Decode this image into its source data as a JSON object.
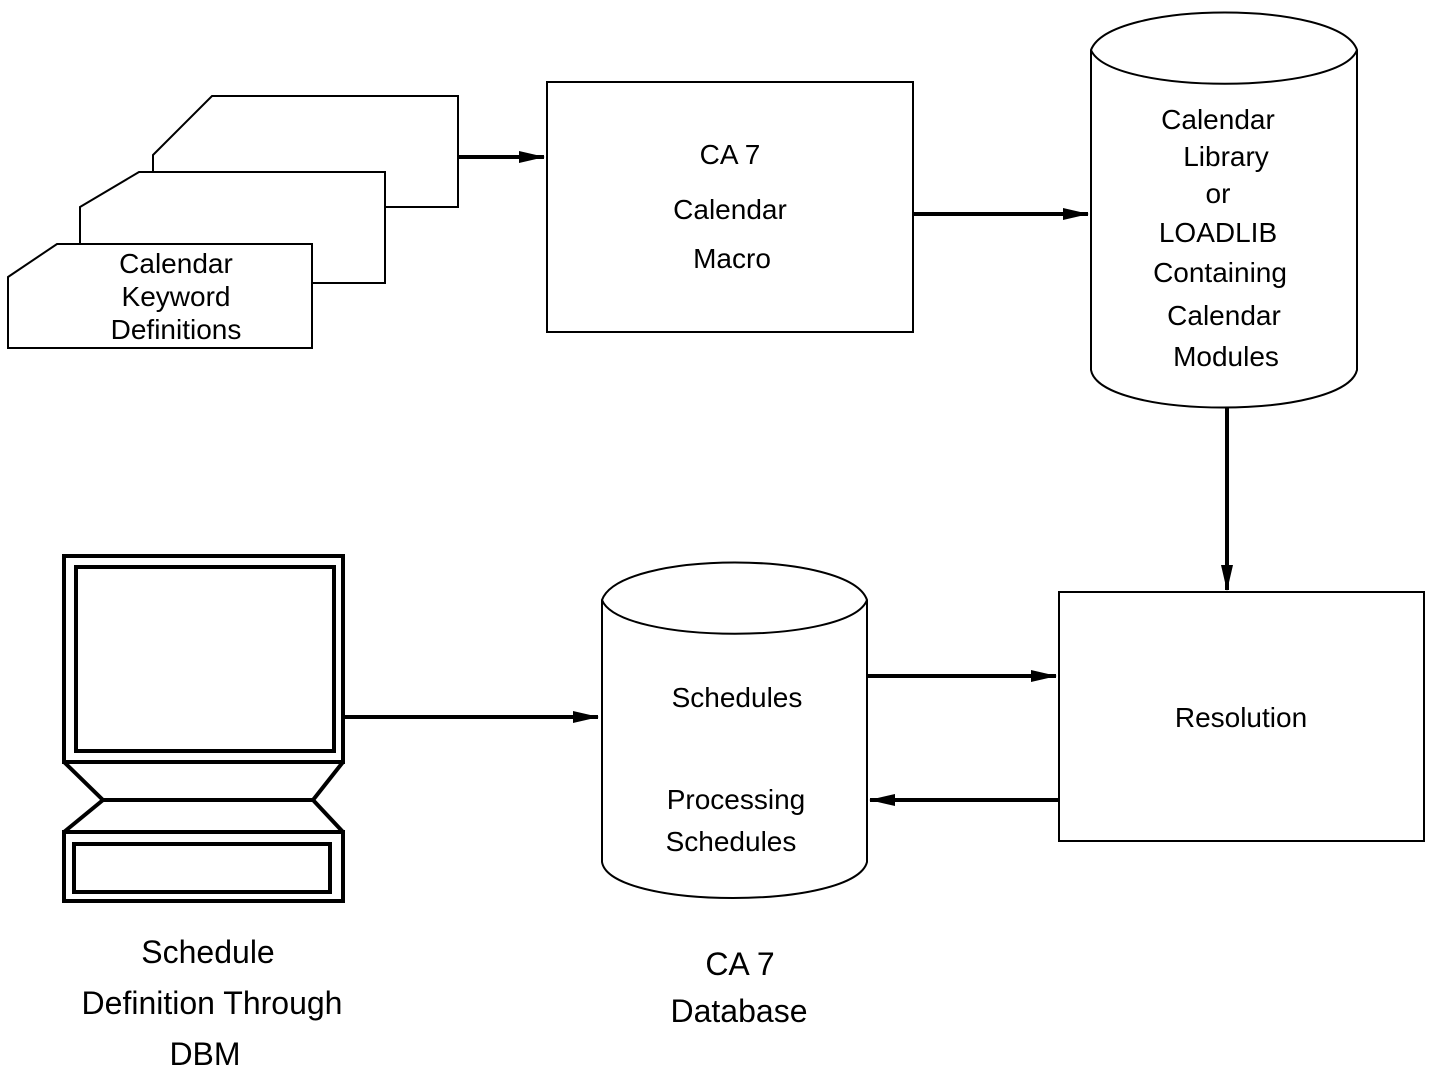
{
  "diagram": {
    "keyword_definitions": {
      "lines": [
        "Calendar",
        "Keyword",
        "Definitions"
      ]
    },
    "calendar_macro": {
      "lines": [
        "CA 7",
        "Calendar",
        "Macro"
      ]
    },
    "calendar_library": {
      "lines": [
        "Calendar",
        "Library",
        "or",
        "LOADLIB",
        "Containing",
        "Calendar",
        "Modules"
      ]
    },
    "resolution": {
      "label": "Resolution"
    },
    "database": {
      "lines": [
        "Schedules",
        "Processing",
        "Schedules"
      ],
      "caption": [
        "CA 7",
        "Database"
      ]
    },
    "terminal": {
      "caption": [
        "Schedule",
        "Definition Through",
        "DBM"
      ]
    },
    "colors": {
      "stroke": "#000000",
      "background": "#ffffff"
    }
  }
}
